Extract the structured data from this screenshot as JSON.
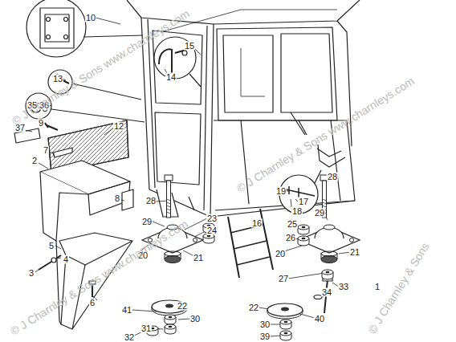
{
  "diagram": {
    "labels": [
      "10",
      "15",
      "14",
      "13",
      "35",
      "36",
      "9",
      "37",
      "12",
      "7",
      "2",
      "8",
      "28",
      "19",
      "17",
      "28",
      "18",
      "29",
      "23",
      "16",
      "25",
      "29",
      "24",
      "26",
      "5",
      "20",
      "21",
      "20",
      "21",
      "4",
      "3",
      "27",
      "33",
      "1",
      "34",
      "6",
      "41",
      "22",
      "22",
      "30",
      "40",
      "30",
      "31",
      "39",
      "32",
      "© J Charnley & Sons www.charnleys.com",
      "© J Charnley & Sons www.charnleys.com",
      "© J Charnley & Sons www.charnleys.com",
      "© J Charnley & Sons"
    ]
  }
}
